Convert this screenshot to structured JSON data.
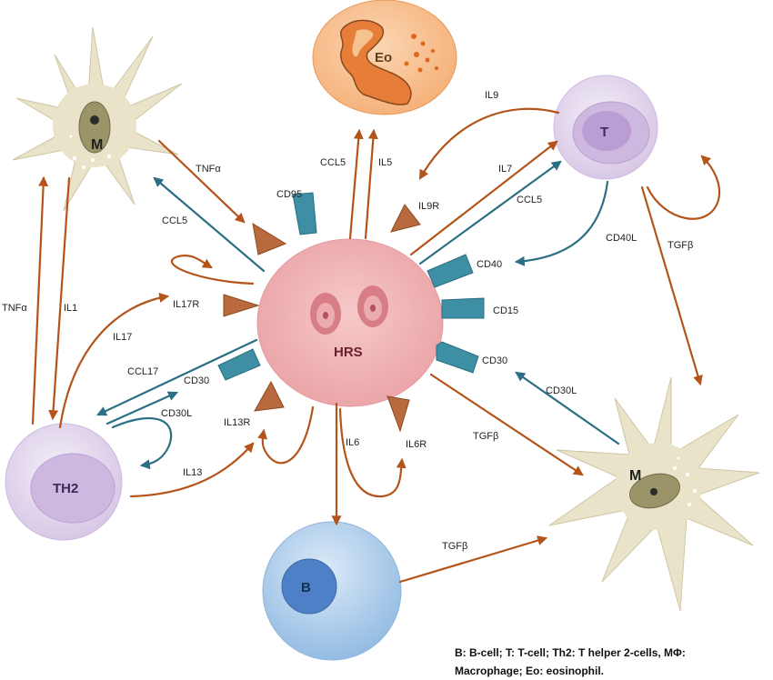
{
  "colors": {
    "orange_arrow": "#b4541a",
    "teal_arrow": "#2a6f84",
    "receptor_teal": "#3e8fa3",
    "receptor_brown": "#b8693e",
    "macrophage": "#e9e3c9",
    "hrs": "#f0b3b3",
    "eosinophil": "#f8c08f",
    "t_cell": "#e6dcef",
    "b_cell": "#a9c9ea"
  },
  "cells": {
    "eo": "Eo",
    "m_top": "M",
    "t": "T",
    "hrs": "HRS",
    "th2": "TH2",
    "b": "B",
    "m_bottom": "M"
  },
  "receptors": {
    "cd95": "CD95",
    "il9r": "IL9R",
    "cd40": "CD40",
    "cd15": "CD15",
    "cd30_right": "CD30",
    "il17r": "IL17R",
    "cd30_left": "CD30",
    "il13r": "IL13R",
    "il6r": "IL6R"
  },
  "arrow_labels": {
    "tnfa_top": "TNFα",
    "ccl5_m": "CCL5",
    "ccl5_eo": "CCL5",
    "il5": "IL5",
    "il9": "IL9",
    "il7": "IL7",
    "ccl5_t": "CCL5",
    "cd40l": "CD40L",
    "tgfb_t": "TGFβ",
    "tnfa_left": "TNFα",
    "il1": "IL1",
    "il17": "IL17",
    "ccl17": "CCL17",
    "cd30l_left": "CD30L",
    "il13": "IL13",
    "il6": "IL6",
    "tgfb_hrs": "TGFβ",
    "cd30l_right": "CD30L",
    "tgfb_b": "TGFβ"
  },
  "caption": {
    "line1": "B: B-cell; T:  T-cell; Th2: T helper 2-cells, MΦ:",
    "line2": "Macrophage; Eo: eosinophil."
  }
}
